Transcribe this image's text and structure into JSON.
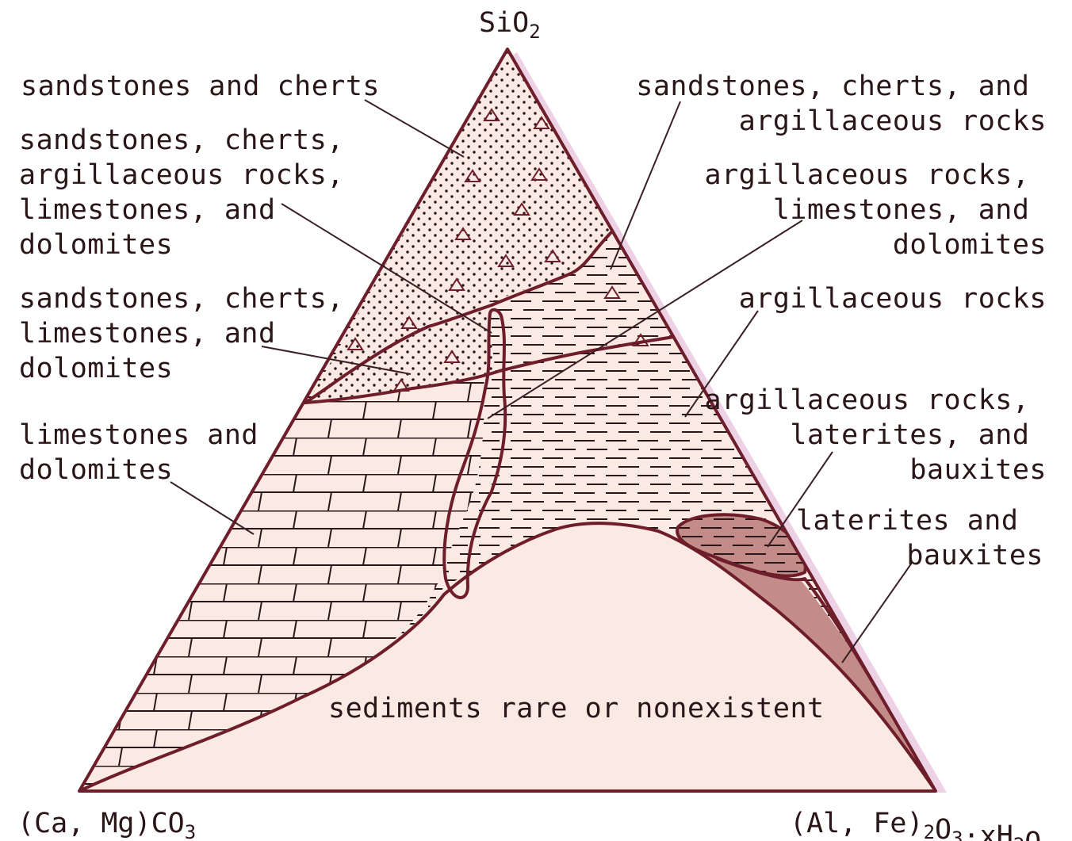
{
  "apices": {
    "top": "SiO2",
    "bottom_left": "(Ca, Mg)CO3",
    "bottom_right": "(Al, Fe)2O3·xH2O"
  },
  "regions": {
    "sandstones_cherts": [
      "sandstones and cherts"
    ],
    "sand_chert_argill_lime_dolo": [
      "sandstones, cherts,",
      "argillaceous rocks,",
      "limestones, and",
      "dolomites"
    ],
    "sand_chert_lime_dolo": [
      "sandstones, cherts,",
      "limestones, and",
      "dolomites"
    ],
    "lime_dolo": [
      "limestones and",
      "dolomites"
    ],
    "sand_chert_argill": [
      "sandstones, cherts, and",
      "argillaceous rocks"
    ],
    "argill_lime_dolo": [
      "argillaceous rocks,",
      "limestones, and",
      "dolomites"
    ],
    "argill": [
      "argillaceous rocks"
    ],
    "argill_lat_baux": [
      "argillaceous rocks,",
      "laterites, and",
      "bauxites"
    ],
    "lat_baux": [
      "laterites and",
      "bauxites"
    ],
    "rare": [
      "sediments rare or nonexistent"
    ]
  },
  "colors": {
    "outline": "#6e1e2a",
    "fill_light": "#fbe9e4",
    "fill_pink": "#f6dcd8",
    "fill_laterite": "#c48c88",
    "text": "#2a1518"
  }
}
